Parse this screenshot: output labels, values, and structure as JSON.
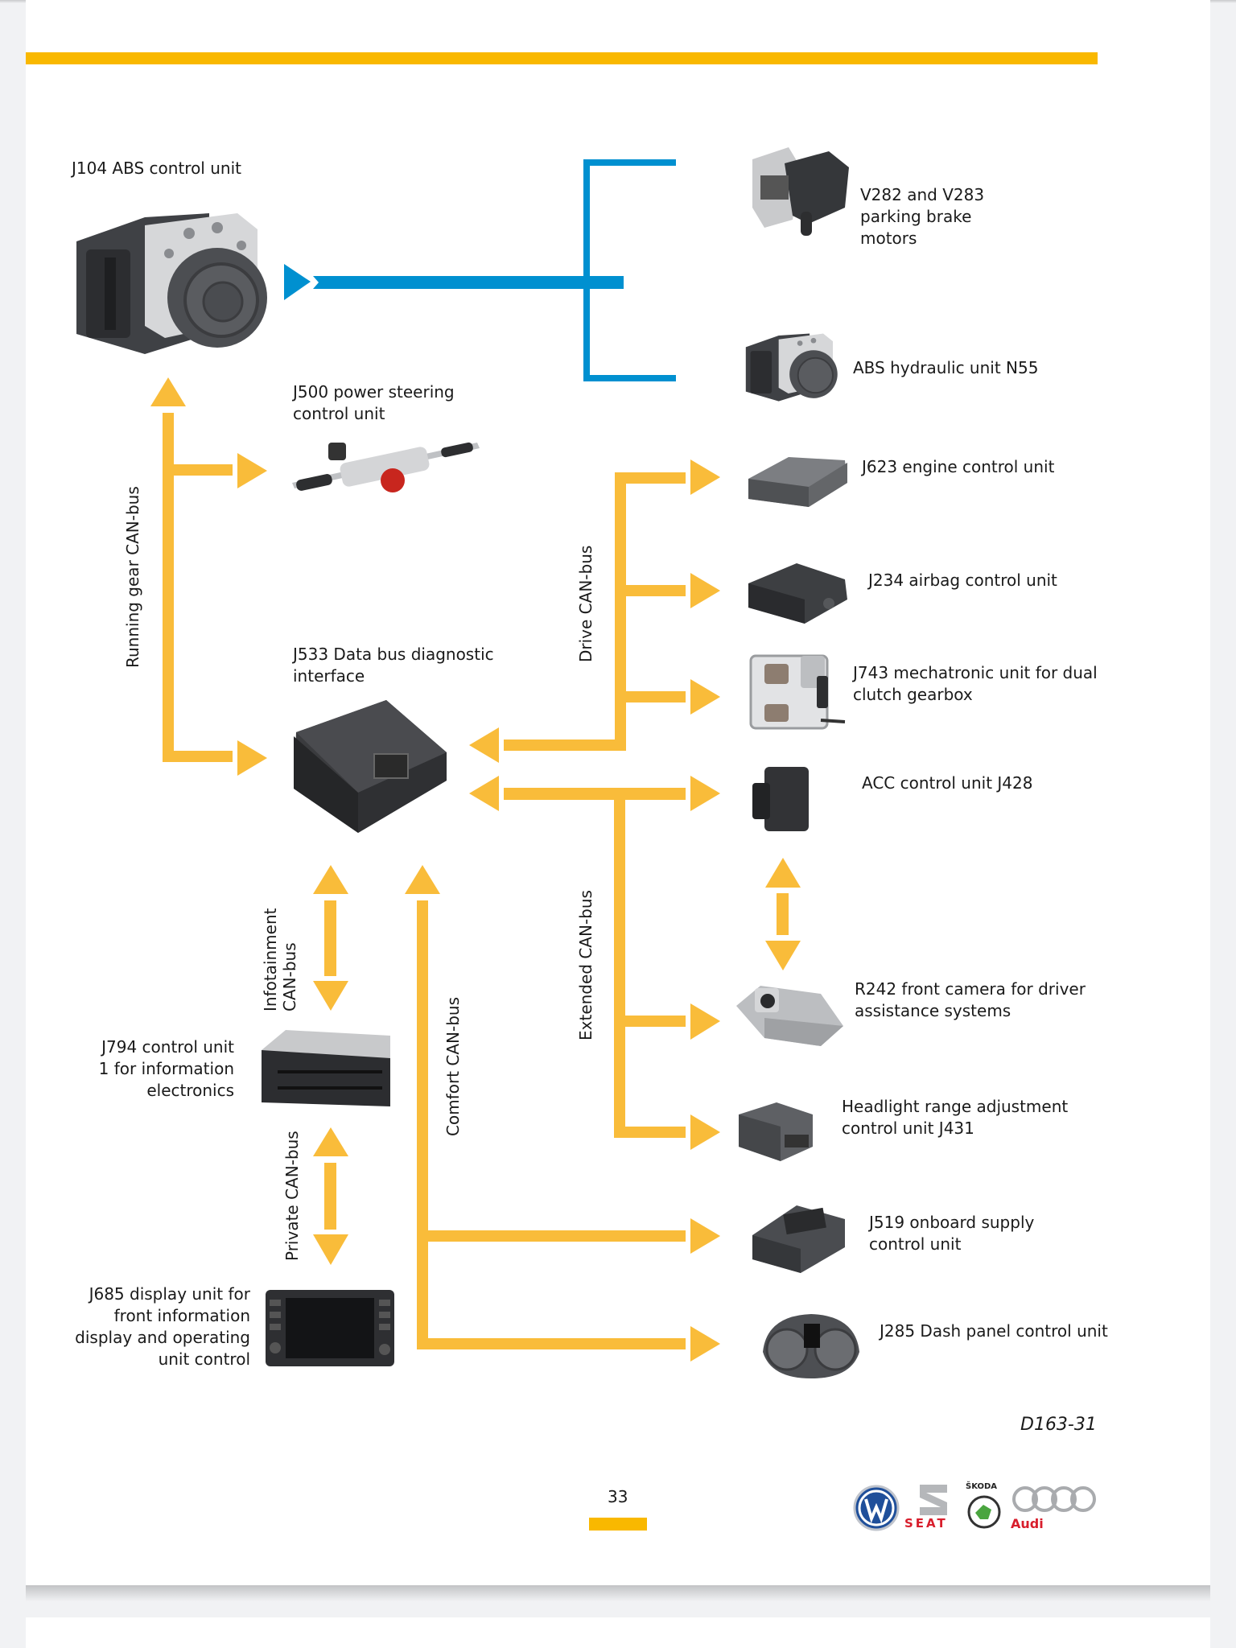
{
  "document": {
    "doc_reference": "D163-31",
    "page_number": "33"
  },
  "colors": {
    "accent_yellow": "#f9b800",
    "bus_yellow": "#f9bc3a",
    "bus_blue": "#0090d0",
    "text": "#1a1a1a"
  },
  "components": {
    "j104": "J104 ABS control unit",
    "v282": "V282 and V283\nparking brake\nmotors",
    "n55": "ABS hydraulic unit N55",
    "j500": "J500 power steering\ncontrol unit",
    "j623": "J623 engine control unit",
    "j234": "J234 airbag control unit",
    "j743": "J743 mechatronic unit for dual\nclutch gearbox",
    "j533": "J533 Data bus diagnostic\ninterface",
    "j428": "ACC control unit J428",
    "r242": "R242 front camera for driver\nassistance systems",
    "j431": "Headlight range adjustment\ncontrol unit J431",
    "j519": "J519 onboard supply\ncontrol unit",
    "j285": "J285 Dash panel control unit",
    "j794": "J794 control unit\n1 for information\nelectronics",
    "j685": "J685 display unit for\nfront information\ndisplay and operating\nunit control"
  },
  "buses": {
    "running_gear": "Running gear CAN-bus",
    "drive": "Drive CAN-bus",
    "extended": "Extended CAN-bus",
    "infotainment": "Infotainment\nCAN-bus",
    "comfort": "Comfort CAN-bus",
    "private": "Private CAN-bus"
  },
  "brands": {
    "vw": "VW",
    "seat": "SEAT",
    "skoda": "ŠKODA",
    "audi": "Audi"
  }
}
